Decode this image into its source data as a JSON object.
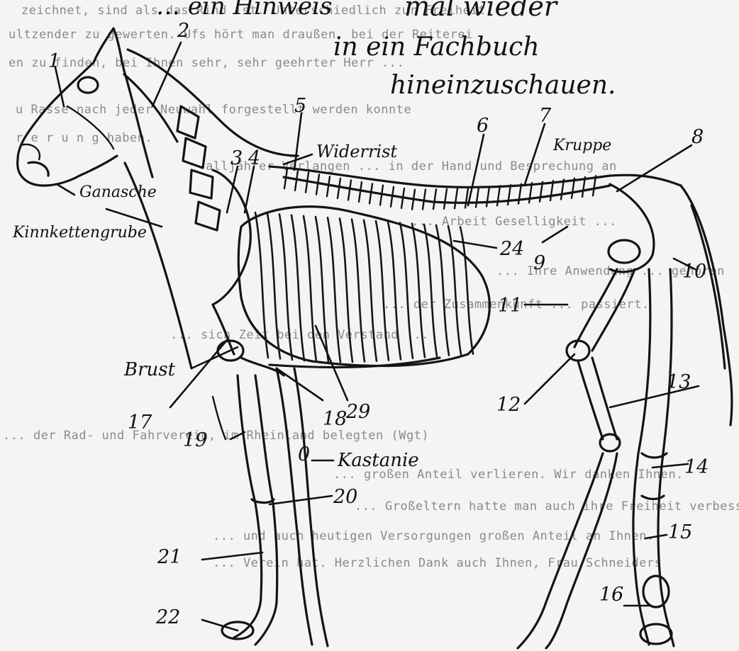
{
  "header_note": [
    "… ein Hinweis",
    "mal wieder",
    "in ein Fachbuch",
    "hineinzuschauen."
  ],
  "background_text": [
    "zeichnet, sind als das Rind ist. Unterschiedlich zur Freiheit",
    "ultzender zu gewerten. Ufs hört man draußen, bei der Reiterei",
    "en zu finden, bei Ihnen sehr, sehr geehrter Herr ...",
    "u Rasse nach jeder Neuwahl forgestellt werden konnte",
    "r e r u n g haben.",
    "alljährer Verlangen ... in der Hand und Besprechung an",
    "... Arbeit Geselligkeit ...",
    "... Ihre Anwendung ... gehören",
    "... der Zusammenkunft ... passiert.",
    "... sich Zeit bei den Verstand ...",
    "... der Rad- und Fahrverein, im Rheinland belegten (Wgt)",
    "... großen Anteil verlieren. Wir danken Ihnen.",
    "... Großeltern hatte man auch ihre Freiheit verbessert",
    "... und auch heutigen Versorgungen großen Anteil an Ihnen.",
    "... Verein hat. Herzlichen Dank auch Ihnen, Frau Schneiders"
  ],
  "labels": {
    "ganasche": "Ganasche",
    "kinnkettengrube": "Kinnkettengrube",
    "widerrist": "Widerrist",
    "kruppe": "Kruppe",
    "brust": "Brust",
    "kastanie": "Kastanie"
  },
  "numbers": {
    "n1": "1",
    "n2": "2",
    "n3": "3",
    "n4": "4",
    "n5": "5",
    "n6": "6",
    "n7": "7",
    "n8": "8",
    "n9": "9",
    "n10": "10",
    "n11": "11",
    "n12": "12",
    "n13": "13",
    "n14": "14",
    "n15": "15",
    "n16": "16",
    "n17": "17",
    "n18": "18",
    "n19": "19",
    "n20": "20",
    "n21": "21",
    "n22": "22",
    "n24": "24",
    "n29": "29",
    "n0": "0"
  }
}
